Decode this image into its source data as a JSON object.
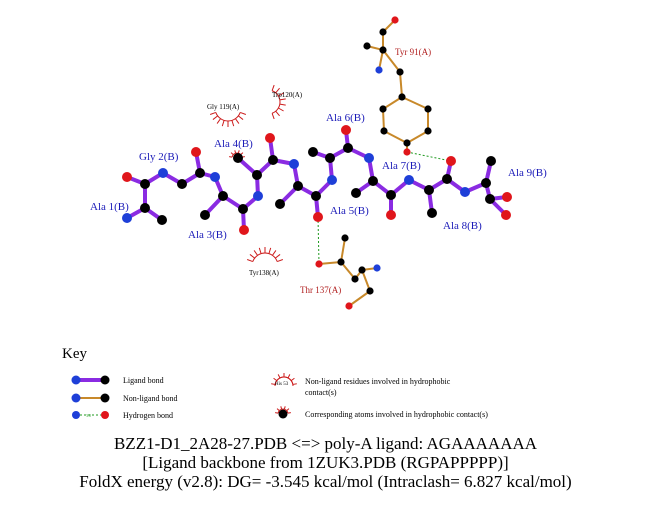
{
  "colors": {
    "ligand_bond": "#8a2be2",
    "nonligand_bond": "#c8892a",
    "hbond": "#1f9a1f",
    "ligand_label": "#1a1ab8",
    "nonligand_label": "#b22222",
    "oxygen": "#e0161b",
    "nitrogen": "#1e3fd8",
    "carbon": "#000000",
    "hydrophobic": "#cc1b1b"
  },
  "ligand_labels": [
    "Ala 1(B)",
    "Gly 2(B)",
    "Ala 3(B)",
    "Ala 4(B)",
    "Ala 5(B)",
    "Ala 6(B)",
    "Ala 7(B)",
    "Ala 8(B)",
    "Ala 9(B)"
  ],
  "nonligand_labels": [
    "Tyr 91(A)",
    "Thr 137(A)"
  ],
  "hydrophobic_labels": [
    "Gly 119(A)",
    "Trp120(A)",
    "Tyr138(A)"
  ],
  "key": {
    "title": "Key",
    "ligand_bond": "Ligand bond",
    "nonligand_bond": "Non-ligand bond",
    "hydrogen_bond": "Hydrogen bond",
    "hbond_length": "3.0",
    "his_label": "His 53",
    "hydrophobic_residues_line1": "Non-ligand residues involved in hydrophobic",
    "hydrophobic_residues_line2": "contact(s)",
    "hydrophobic_atoms": "Corresponding atoms involved in hydrophobic contact(s)"
  },
  "caption": {
    "line1": "BZZ1-D1_2A28-27.PDB <=> poly-A ligand: AGAAAAAAA",
    "line2": "[Ligand backbone from 1ZUK3.PDB (RGPAPPPPP)]",
    "line3": "FoldX energy (v2.8): DG= -3.545 kcal/mol (Intraclash= 6.827 kcal/mol)"
  }
}
